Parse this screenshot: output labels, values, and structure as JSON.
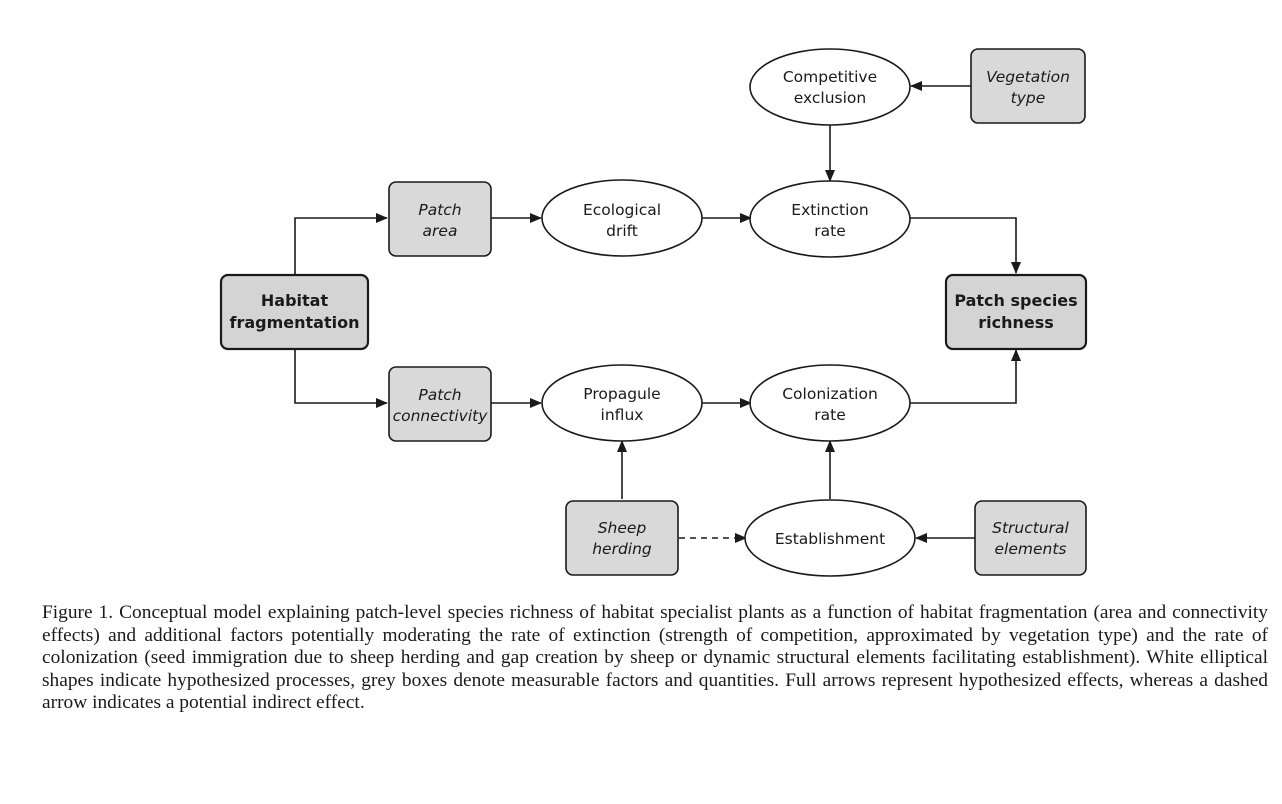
{
  "nodes": {
    "habitat_fragmentation": {
      "lines": [
        "Habitat",
        "fragmentation"
      ],
      "kind": "main-box"
    },
    "patch_area": {
      "lines": [
        "Patch",
        "area"
      ],
      "kind": "box"
    },
    "patch_connectivity": {
      "lines": [
        "Patch",
        "connectivity"
      ],
      "kind": "box"
    },
    "ecological_drift": {
      "lines": [
        "Ecological",
        "drift"
      ],
      "kind": "process"
    },
    "propagule_influx": {
      "lines": [
        "Propagule",
        "influx"
      ],
      "kind": "process"
    },
    "competitive_exclusion": {
      "lines": [
        "Competitive",
        "exclusion"
      ],
      "kind": "process"
    },
    "vegetation_type": {
      "lines": [
        "Vegetation",
        "type"
      ],
      "kind": "box"
    },
    "extinction_rate": {
      "lines": [
        "Extinction",
        "rate"
      ],
      "kind": "process"
    },
    "colonization_rate": {
      "lines": [
        "Colonization",
        "rate"
      ],
      "kind": "process"
    },
    "patch_species_richness": {
      "lines": [
        "Patch species",
        "richness"
      ],
      "kind": "main-box"
    },
    "sheep_herding": {
      "lines": [
        "Sheep",
        "herding"
      ],
      "kind": "box"
    },
    "establishment": {
      "lines": [
        "Establishment"
      ],
      "kind": "process"
    },
    "structural_elements": {
      "lines": [
        "Structural",
        "elements"
      ],
      "kind": "box"
    }
  },
  "edges": [
    {
      "from": "habitat_fragmentation",
      "to": "patch_area",
      "style": "solid"
    },
    {
      "from": "habitat_fragmentation",
      "to": "patch_connectivity",
      "style": "solid"
    },
    {
      "from": "patch_area",
      "to": "ecological_drift",
      "style": "solid"
    },
    {
      "from": "ecological_drift",
      "to": "extinction_rate",
      "style": "solid"
    },
    {
      "from": "vegetation_type",
      "to": "competitive_exclusion",
      "style": "solid"
    },
    {
      "from": "competitive_exclusion",
      "to": "extinction_rate",
      "style": "solid"
    },
    {
      "from": "extinction_rate",
      "to": "patch_species_richness",
      "style": "solid"
    },
    {
      "from": "patch_connectivity",
      "to": "propagule_influx",
      "style": "solid"
    },
    {
      "from": "propagule_influx",
      "to": "colonization_rate",
      "style": "solid"
    },
    {
      "from": "colonization_rate",
      "to": "patch_species_richness",
      "style": "solid"
    },
    {
      "from": "sheep_herding",
      "to": "propagule_influx",
      "style": "solid"
    },
    {
      "from": "sheep_herding",
      "to": "establishment",
      "style": "dashed"
    },
    {
      "from": "structural_elements",
      "to": "establishment",
      "style": "solid"
    },
    {
      "from": "establishment",
      "to": "colonization_rate",
      "style": "solid"
    }
  ],
  "caption": "Figure 1. Conceptual model explaining patch-level species richness of habitat specialist plants as a function of habitat fragmentation (area and connectivity effects) and additional factors potentially moderating the rate of extinction (strength of competition, approximated by vegetation type) and the rate of colonization (seed immigration due to sheep herding and gap creation by sheep or dynamic structural elements facilitating establishment). White elliptical shapes indicate hypothesized processes, grey boxes denote measurable factors and quantities. Full arrows represent hypothesized effects, whereas a dashed arrow indicates a potential indirect effect."
}
